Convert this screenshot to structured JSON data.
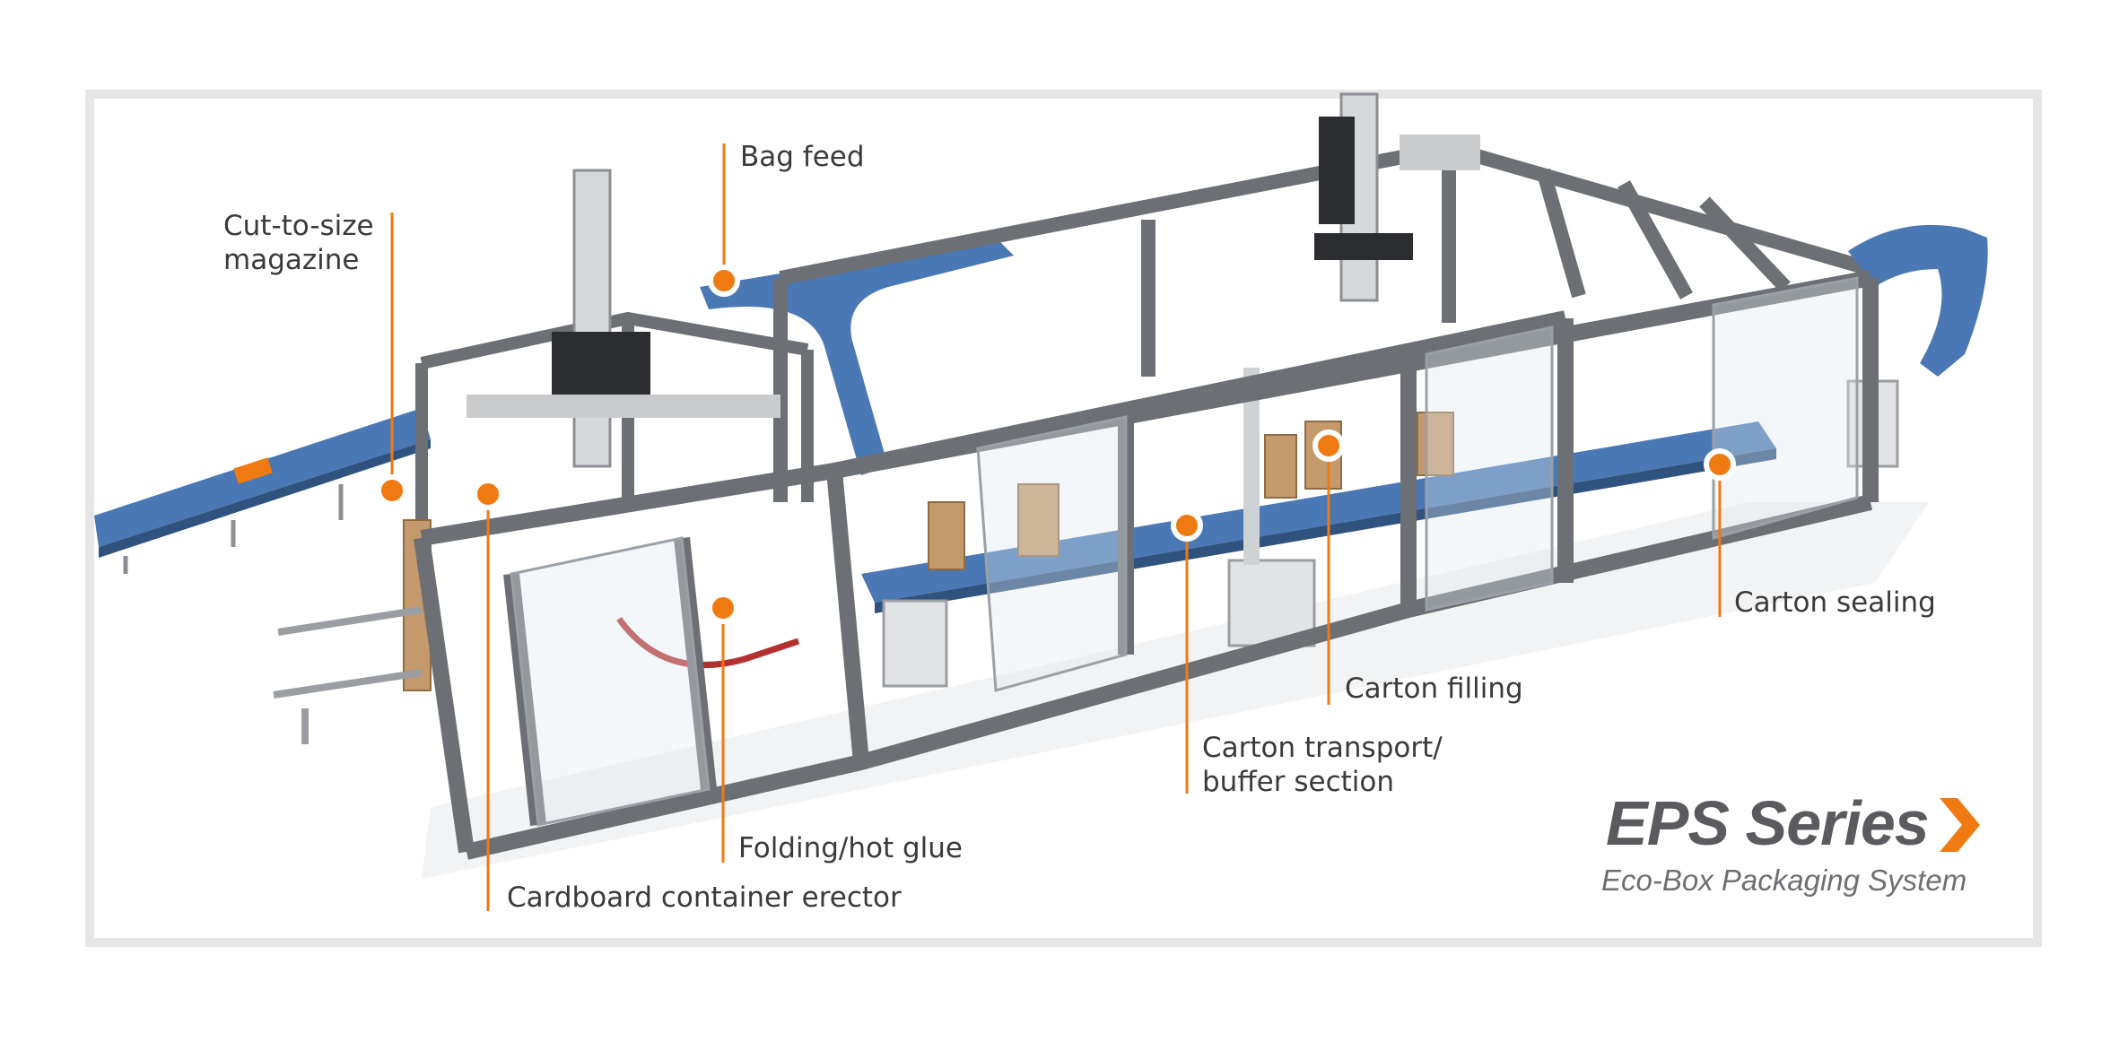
{
  "callouts": {
    "cut_to_size": "Cut-to-size\nmagazine",
    "bag_feed": "Bag feed",
    "carton_sealing": "Carton sealing",
    "carton_filling": "Carton filling",
    "carton_transport": "Carton transport/\nbuffer section",
    "folding": "Folding/hot glue",
    "erector": "Cardboard container erector"
  },
  "brand": {
    "title": "EPS Series",
    "subtitle": "Eco-Box Packaging System"
  },
  "colors": {
    "accent": "#f07a12",
    "frame": "#6c6f73",
    "conveyor": "#4a78b4",
    "text": "#3a3a3a"
  }
}
